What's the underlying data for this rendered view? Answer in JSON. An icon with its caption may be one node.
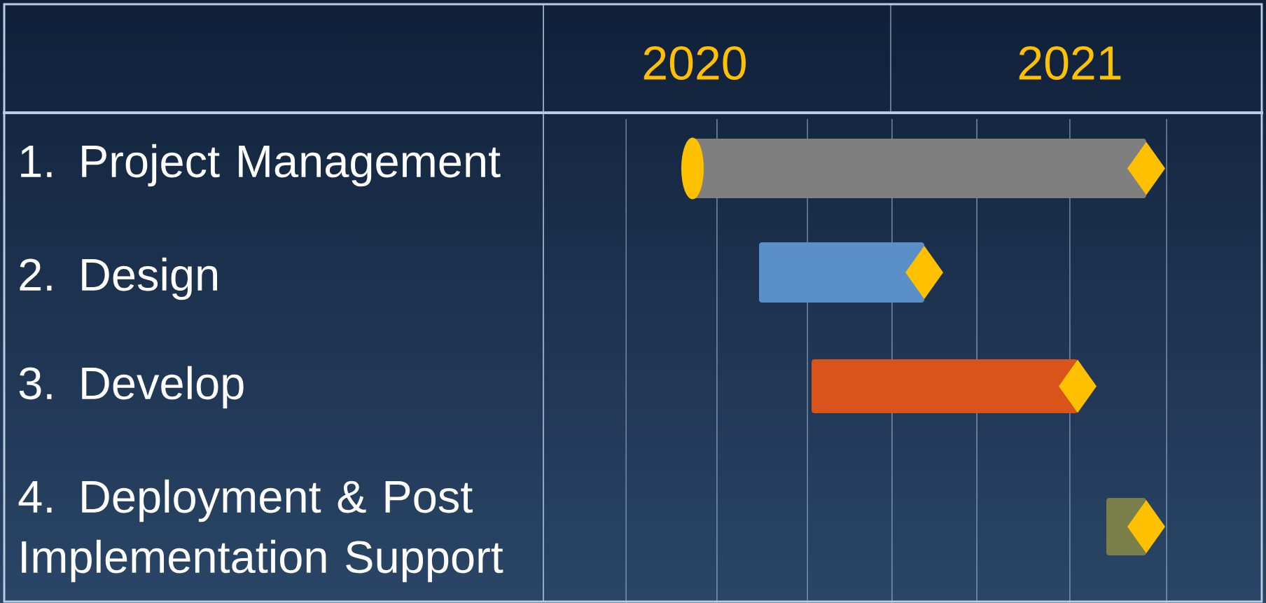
{
  "diagram": {
    "labels": [
      "2020",
      "2021",
      "1. Project Management",
      "2. Design",
      "3. Develop",
      "4. Deployment & Post Implementation Support"
    ]
  }
}
